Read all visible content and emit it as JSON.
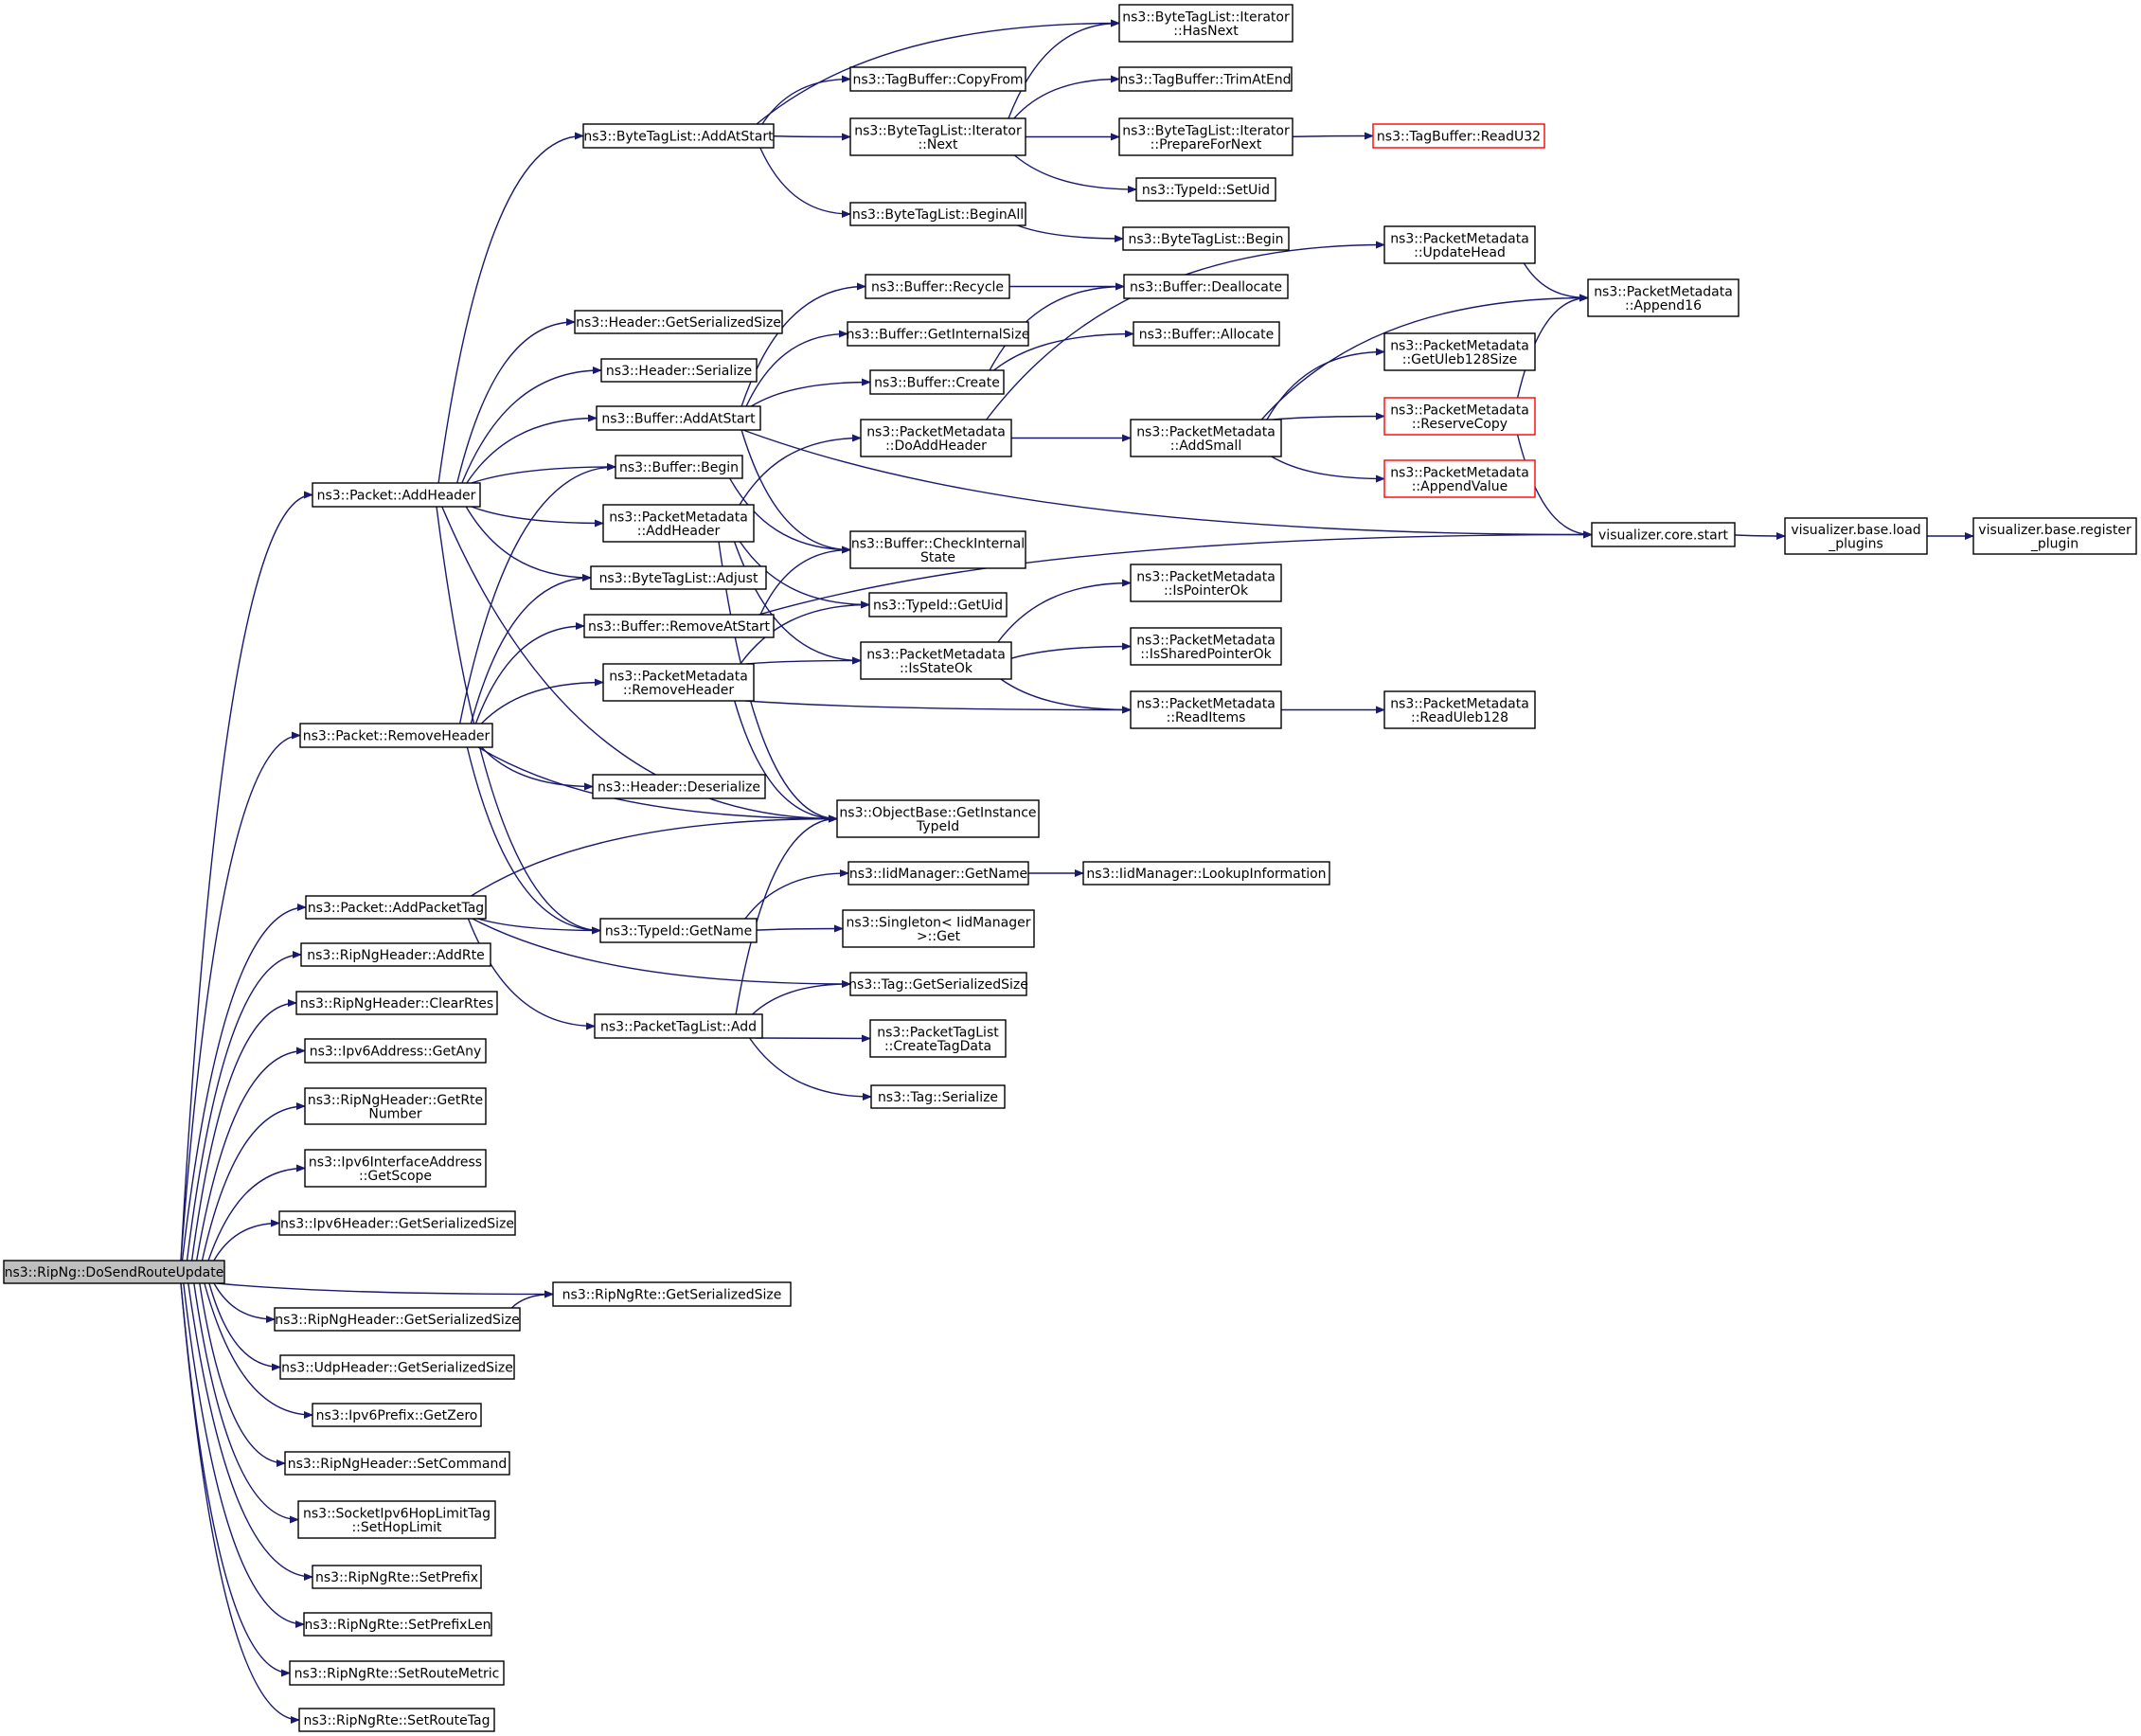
{
  "graph": {
    "edge_color": "#191970",
    "root_fill": "#bfbfbf",
    "truncated_border": "#ff0000",
    "nodes": [
      {
        "id": "root",
        "label": [
          "ns3::RipNg::DoSendRouteUpdate"
        ],
        "root": true
      },
      {
        "id": "pkt_addheader",
        "label": [
          "ns3::Packet::AddHeader"
        ]
      },
      {
        "id": "pkt_removeheader",
        "label": [
          "ns3::Packet::RemoveHeader"
        ]
      },
      {
        "id": "pkt_addpackettag",
        "label": [
          "ns3::Packet::AddPacketTag"
        ]
      },
      {
        "id": "ripnghdr_addrte",
        "label": [
          "ns3::RipNgHeader::AddRte"
        ]
      },
      {
        "id": "ripnghdr_clearrtes",
        "label": [
          "ns3::RipNgHeader::ClearRtes"
        ]
      },
      {
        "id": "ipv6addr_getany",
        "label": [
          "ns3::Ipv6Address::GetAny"
        ]
      },
      {
        "id": "ripnghdr_getrtenumber",
        "label": [
          "ns3::RipNgHeader::GetRte",
          "Number"
        ]
      },
      {
        "id": "ipv6ifaddr_getscope",
        "label": [
          "ns3::Ipv6InterfaceAddress",
          "::GetScope"
        ]
      },
      {
        "id": "ipv6hdr_getsersize",
        "label": [
          "ns3::Ipv6Header::GetSerializedSize"
        ]
      },
      {
        "id": "ripnghdr_getsersize",
        "label": [
          "ns3::RipNgHeader::GetSerializedSize"
        ]
      },
      {
        "id": "udphdr_getsersize",
        "label": [
          "ns3::UdpHeader::GetSerializedSize"
        ]
      },
      {
        "id": "ipv6prefix_getzero",
        "label": [
          "ns3::Ipv6Prefix::GetZero"
        ]
      },
      {
        "id": "ripnghdr_setcommand",
        "label": [
          "ns3::RipNgHeader::SetCommand"
        ]
      },
      {
        "id": "sockhoplimit",
        "label": [
          "ns3::SocketIpv6HopLimitTag",
          "::SetHopLimit"
        ]
      },
      {
        "id": "ripngrte_setprefix",
        "label": [
          "ns3::RipNgRte::SetPrefix"
        ]
      },
      {
        "id": "ripngrte_setprefixlen",
        "label": [
          "ns3::RipNgRte::SetPrefixLen"
        ]
      },
      {
        "id": "ripngrte_setroutemetric",
        "label": [
          "ns3::RipNgRte::SetRouteMetric"
        ]
      },
      {
        "id": "ripngrte_setroutetag",
        "label": [
          "ns3::RipNgRte::SetRouteTag"
        ]
      },
      {
        "id": "ripngrte_getsersize",
        "label": [
          "ns3::RipNgRte::GetSerializedSize"
        ]
      },
      {
        "id": "btl_addatstart",
        "label": [
          "ns3::ByteTagList::AddAtStart"
        ]
      },
      {
        "id": "hdr_getsersize",
        "label": [
          "ns3::Header::GetSerializedSize"
        ]
      },
      {
        "id": "hdr_serialize",
        "label": [
          "ns3::Header::Serialize"
        ]
      },
      {
        "id": "buf_addatstart",
        "label": [
          "ns3::Buffer::AddAtStart"
        ]
      },
      {
        "id": "buf_begin",
        "label": [
          "ns3::Buffer::Begin"
        ]
      },
      {
        "id": "pm_addheader",
        "label": [
          "ns3::PacketMetadata",
          "::AddHeader"
        ]
      },
      {
        "id": "btl_adjust",
        "label": [
          "ns3::ByteTagList::Adjust"
        ]
      },
      {
        "id": "buf_removeatstart",
        "label": [
          "ns3::Buffer::RemoveAtStart"
        ]
      },
      {
        "id": "pm_removeheader",
        "label": [
          "ns3::PacketMetadata",
          "::RemoveHeader"
        ]
      },
      {
        "id": "hdr_deserialize",
        "label": [
          "ns3::Header::Deserialize"
        ]
      },
      {
        "id": "typeid_getname",
        "label": [
          "ns3::TypeId::GetName"
        ]
      },
      {
        "id": "ptl_add",
        "label": [
          "ns3::PacketTagList::Add"
        ]
      },
      {
        "id": "btli_hasnext",
        "label": [
          "ns3::ByteTagList::Iterator",
          "::HasNext"
        ]
      },
      {
        "id": "tb_copyfrom",
        "label": [
          "ns3::TagBuffer::CopyFrom"
        ]
      },
      {
        "id": "btli_next",
        "label": [
          "ns3::ByteTagList::Iterator",
          "::Next"
        ]
      },
      {
        "id": "btl_beginall",
        "label": [
          "ns3::ByteTagList::BeginAll"
        ]
      },
      {
        "id": "tb_trimatend",
        "label": [
          "ns3::TagBuffer::TrimAtEnd"
        ]
      },
      {
        "id": "btli_prepare",
        "label": [
          "ns3::ByteTagList::Iterator",
          "::PrepareForNext"
        ]
      },
      {
        "id": "tb_readu32",
        "label": [
          "ns3::TagBuffer::ReadU32"
        ],
        "truncated": true
      },
      {
        "id": "typeid_setuid",
        "label": [
          "ns3::TypeId::SetUid"
        ]
      },
      {
        "id": "btl_begin",
        "label": [
          "ns3::ByteTagList::Begin"
        ]
      },
      {
        "id": "buf_recycle",
        "label": [
          "ns3::Buffer::Recycle"
        ]
      },
      {
        "id": "buf_getinternalsize",
        "label": [
          "ns3::Buffer::GetInternalSize"
        ]
      },
      {
        "id": "buf_create",
        "label": [
          "ns3::Buffer::Create"
        ]
      },
      {
        "id": "buf_deallocate",
        "label": [
          "ns3::Buffer::Deallocate"
        ]
      },
      {
        "id": "buf_allocate",
        "label": [
          "ns3::Buffer::Allocate"
        ]
      },
      {
        "id": "pm_doaddheader",
        "label": [
          "ns3::PacketMetadata",
          "::DoAddHeader"
        ]
      },
      {
        "id": "buf_checkinternal",
        "label": [
          "ns3::Buffer::CheckInternal",
          "State"
        ]
      },
      {
        "id": "typeid_getuid",
        "label": [
          "ns3::TypeId::GetUid"
        ]
      },
      {
        "id": "pm_isstateok",
        "label": [
          "ns3::PacketMetadata",
          "::IsStateOk"
        ]
      },
      {
        "id": "objbase_getinstance",
        "label": [
          "ns3::ObjectBase::GetInstance",
          "TypeId"
        ]
      },
      {
        "id": "iidmgr_getname",
        "label": [
          "ns3::IidManager::GetName"
        ]
      },
      {
        "id": "singleton_get",
        "label": [
          "ns3::Singleton< IidManager",
          ">::Get"
        ]
      },
      {
        "id": "tag_getsersize",
        "label": [
          "ns3::Tag::GetSerializedSize"
        ]
      },
      {
        "id": "ptl_createtagdata",
        "label": [
          "ns3::PacketTagList",
          "::CreateTagData"
        ]
      },
      {
        "id": "tag_serialize",
        "label": [
          "ns3::Tag::Serialize"
        ]
      },
      {
        "id": "pm_updatehead",
        "label": [
          "ns3::PacketMetadata",
          "::UpdateHead"
        ]
      },
      {
        "id": "pm_addsmall",
        "label": [
          "ns3::PacketMetadata",
          "::AddSmall"
        ]
      },
      {
        "id": "pm_getuleb",
        "label": [
          "ns3::PacketMetadata",
          "::GetUleb128Size"
        ]
      },
      {
        "id": "pm_reservecopy",
        "label": [
          "ns3::PacketMetadata",
          "::ReserveCopy"
        ],
        "truncated": true
      },
      {
        "id": "pm_appendvalue",
        "label": [
          "ns3::PacketMetadata",
          "::AppendValue"
        ],
        "truncated": true
      },
      {
        "id": "pm_append16",
        "label": [
          "ns3::PacketMetadata",
          "::Append16"
        ]
      },
      {
        "id": "pm_ispointerok",
        "label": [
          "ns3::PacketMetadata",
          "::IsPointerOk"
        ]
      },
      {
        "id": "pm_issharedpointerok",
        "label": [
          "ns3::PacketMetadata",
          "::IsSharedPointerOk"
        ]
      },
      {
        "id": "pm_readitems",
        "label": [
          "ns3::PacketMetadata",
          "::ReadItems"
        ]
      },
      {
        "id": "pm_readuleb",
        "label": [
          "ns3::PacketMetadata",
          "::ReadUleb128"
        ]
      },
      {
        "id": "iidmgr_lookup",
        "label": [
          "ns3::IidManager::LookupInformation"
        ]
      },
      {
        "id": "viz_core_start",
        "label": [
          "visualizer.core.start"
        ]
      },
      {
        "id": "viz_base_load",
        "label": [
          "visualizer.base.load",
          "_plugins"
        ]
      },
      {
        "id": "viz_base_register",
        "label": [
          "visualizer.base.register",
          "_plugin"
        ]
      }
    ],
    "edges": [
      [
        "root",
        "pkt_addheader"
      ],
      [
        "root",
        "pkt_removeheader"
      ],
      [
        "root",
        "pkt_addpackettag"
      ],
      [
        "root",
        "ripnghdr_addrte"
      ],
      [
        "root",
        "ripnghdr_clearrtes"
      ],
      [
        "root",
        "ipv6addr_getany"
      ],
      [
        "root",
        "ripnghdr_getrtenumber"
      ],
      [
        "root",
        "ipv6ifaddr_getscope"
      ],
      [
        "root",
        "ipv6hdr_getsersize"
      ],
      [
        "root",
        "ripngrte_getsersize"
      ],
      [
        "root",
        "ripnghdr_getsersize"
      ],
      [
        "root",
        "udphdr_getsersize"
      ],
      [
        "root",
        "ipv6prefix_getzero"
      ],
      [
        "root",
        "ripnghdr_setcommand"
      ],
      [
        "root",
        "sockhoplimit"
      ],
      [
        "root",
        "ripngrte_setprefix"
      ],
      [
        "root",
        "ripngrte_setprefixlen"
      ],
      [
        "root",
        "ripngrte_setroutemetric"
      ],
      [
        "root",
        "ripngrte_setroutetag"
      ],
      [
        "ripnghdr_getsersize",
        "ripngrte_getsersize"
      ],
      [
        "pkt_addheader",
        "btl_addatstart"
      ],
      [
        "pkt_addheader",
        "hdr_getsersize"
      ],
      [
        "pkt_addheader",
        "hdr_serialize"
      ],
      [
        "pkt_addheader",
        "buf_addatstart"
      ],
      [
        "pkt_addheader",
        "buf_begin"
      ],
      [
        "pkt_addheader",
        "pm_addheader"
      ],
      [
        "pkt_addheader",
        "btl_adjust"
      ],
      [
        "pkt_addheader",
        "objbase_getinstance"
      ],
      [
        "pkt_addheader",
        "typeid_getname"
      ],
      [
        "pkt_removeheader",
        "buf_begin"
      ],
      [
        "pkt_removeheader",
        "btl_adjust"
      ],
      [
        "pkt_removeheader",
        "buf_removeatstart"
      ],
      [
        "pkt_removeheader",
        "pm_removeheader"
      ],
      [
        "pkt_removeheader",
        "hdr_deserialize"
      ],
      [
        "pkt_removeheader",
        "objbase_getinstance"
      ],
      [
        "pkt_removeheader",
        "typeid_getname"
      ],
      [
        "pkt_addpackettag",
        "objbase_getinstance"
      ],
      [
        "pkt_addpackettag",
        "typeid_getname"
      ],
      [
        "pkt_addpackettag",
        "tag_getsersize"
      ],
      [
        "pkt_addpackettag",
        "ptl_add"
      ],
      [
        "btl_addatstart",
        "btli_hasnext"
      ],
      [
        "btl_addatstart",
        "tb_copyfrom"
      ],
      [
        "btl_addatstart",
        "btli_next"
      ],
      [
        "btl_addatstart",
        "btl_beginall"
      ],
      [
        "btli_next",
        "btli_hasnext"
      ],
      [
        "btli_next",
        "tb_trimatend"
      ],
      [
        "btli_next",
        "btli_prepare"
      ],
      [
        "btli_next",
        "typeid_setuid"
      ],
      [
        "btli_prepare",
        "tb_readu32"
      ],
      [
        "btl_beginall",
        "btl_begin"
      ],
      [
        "buf_addatstart",
        "buf_recycle"
      ],
      [
        "buf_addatstart",
        "buf_getinternalsize"
      ],
      [
        "buf_addatstart",
        "buf_create"
      ],
      [
        "buf_addatstart",
        "buf_checkinternal"
      ],
      [
        "buf_addatstart",
        "viz_core_start"
      ],
      [
        "buf_recycle",
        "buf_deallocate"
      ],
      [
        "buf_create",
        "buf_deallocate"
      ],
      [
        "buf_create",
        "buf_allocate"
      ],
      [
        "buf_begin",
        "buf_checkinternal"
      ],
      [
        "pm_addheader",
        "pm_doaddheader"
      ],
      [
        "pm_addheader",
        "typeid_getuid"
      ],
      [
        "pm_addheader",
        "pm_isstateok"
      ],
      [
        "pm_addheader",
        "objbase_getinstance"
      ],
      [
        "pm_doaddheader",
        "pm_updatehead"
      ],
      [
        "pm_doaddheader",
        "pm_addsmall"
      ],
      [
        "pm_updatehead",
        "pm_append16"
      ],
      [
        "pm_addsmall",
        "pm_append16"
      ],
      [
        "pm_addsmall",
        "pm_getuleb"
      ],
      [
        "pm_addsmall",
        "pm_reservecopy"
      ],
      [
        "pm_addsmall",
        "pm_appendvalue"
      ],
      [
        "pm_reservecopy",
        "pm_append16"
      ],
      [
        "pm_reservecopy",
        "viz_core_start"
      ],
      [
        "buf_removeatstart",
        "buf_checkinternal"
      ],
      [
        "buf_removeatstart",
        "viz_core_start"
      ],
      [
        "pm_removeheader",
        "typeid_getuid"
      ],
      [
        "pm_removeheader",
        "pm_isstateok"
      ],
      [
        "pm_removeheader",
        "pm_readitems"
      ],
      [
        "pm_removeheader",
        "objbase_getinstance"
      ],
      [
        "pm_isstateok",
        "pm_ispointerok"
      ],
      [
        "pm_isstateok",
        "pm_issharedpointerok"
      ],
      [
        "pm_isstateok",
        "pm_readitems"
      ],
      [
        "pm_readitems",
        "pm_readuleb"
      ],
      [
        "typeid_getname",
        "iidmgr_getname"
      ],
      [
        "typeid_getname",
        "singleton_get"
      ],
      [
        "iidmgr_getname",
        "iidmgr_lookup"
      ],
      [
        "ptl_add",
        "tag_getsersize"
      ],
      [
        "ptl_add",
        "ptl_createtagdata"
      ],
      [
        "ptl_add",
        "tag_serialize"
      ],
      [
        "ptl_add",
        "objbase_getinstance"
      ],
      [
        "viz_core_start",
        "viz_base_load"
      ],
      [
        "viz_base_load",
        "viz_base_register"
      ]
    ]
  }
}
